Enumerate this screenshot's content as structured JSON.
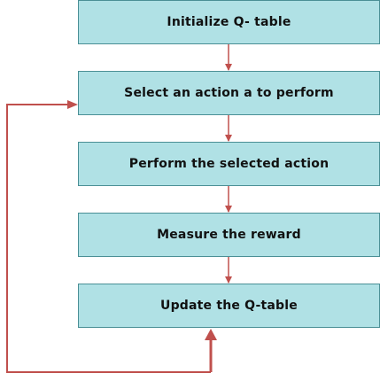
{
  "diagram": {
    "type": "flowchart",
    "colors": {
      "box_fill": "#b0e1e5",
      "box_border": "#4a8f95",
      "arrow": "#c0504d"
    },
    "steps": [
      {
        "label": "Initialize Q- table"
      },
      {
        "label": "Select an action a to perform"
      },
      {
        "label": "Perform the selected action"
      },
      {
        "label": "Measure the reward"
      },
      {
        "label": "Update the Q-table"
      }
    ],
    "connections": [
      {
        "from": "Initialize Q- table",
        "to": "Select an action a to perform"
      },
      {
        "from": "Select an action a to perform",
        "to": "Perform the selected action"
      },
      {
        "from": "Perform the selected action",
        "to": "Measure the reward"
      },
      {
        "from": "Measure the reward",
        "to": "Update the Q-table"
      },
      {
        "from": "Update the Q-table",
        "to": "Select an action a to perform",
        "kind": "loop-back"
      }
    ]
  }
}
